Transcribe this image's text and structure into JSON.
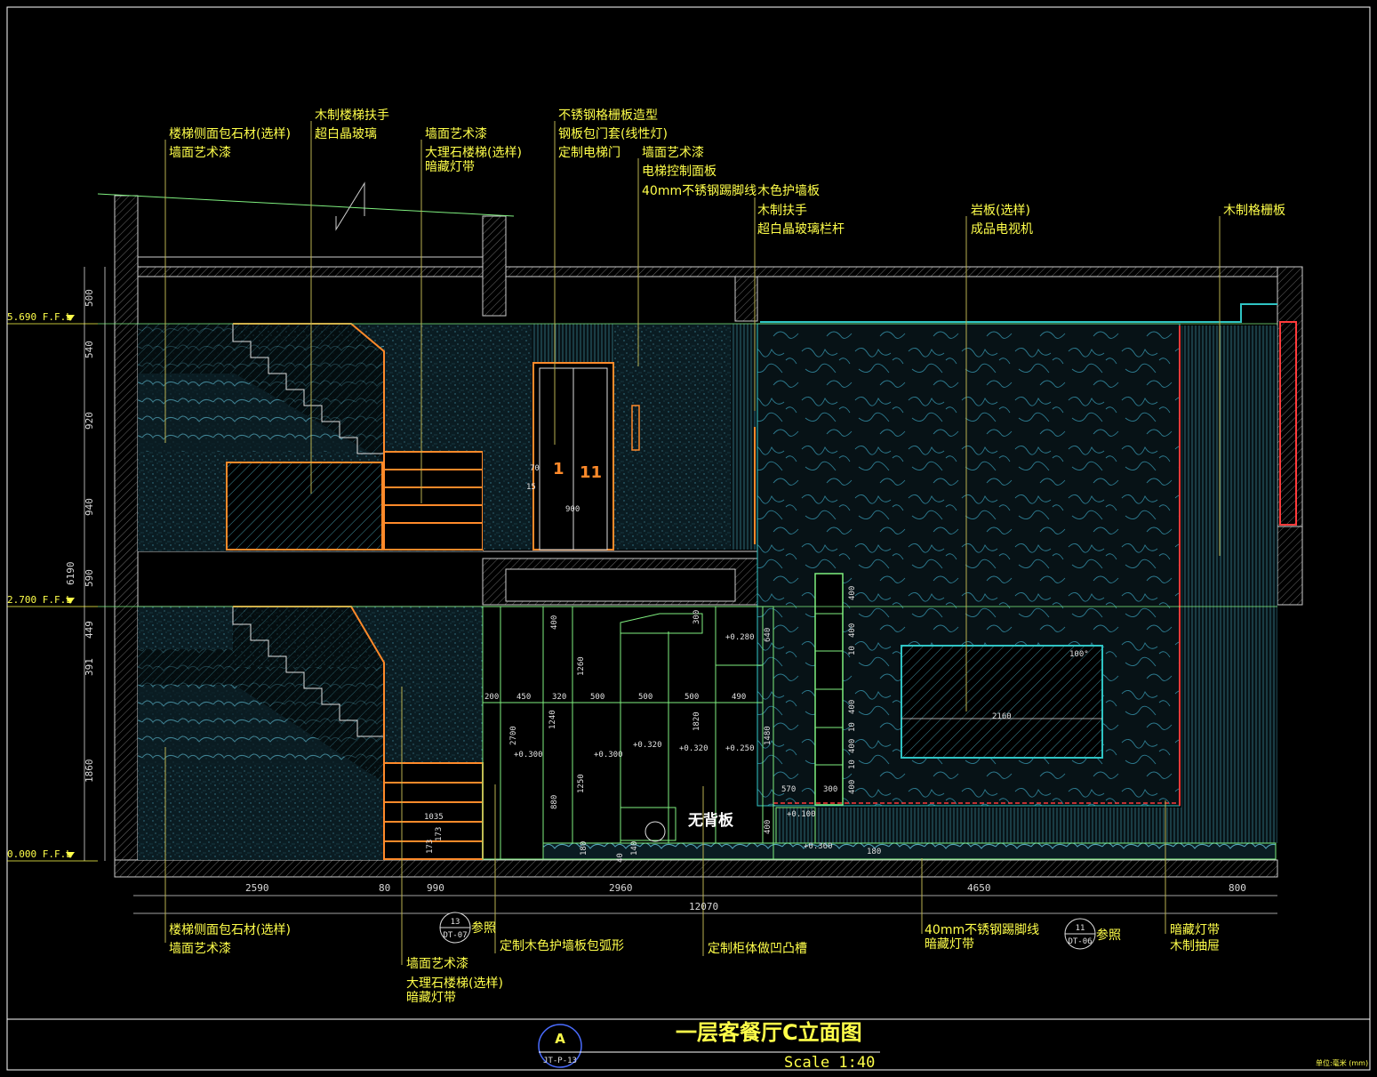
{
  "drawing": {
    "title": "一层客餐厅C立面图",
    "scale": "Scale 1:40",
    "unit_note": "单位:毫米 (mm)",
    "sheet_symbol": {
      "letter": "A",
      "sheet_ref": "JT-P-13"
    },
    "levels": [
      "5.690 F.F.L",
      "2.700 F.F.L",
      "0.000 F.F.L"
    ],
    "top_label_groups": [
      [
        "楼梯侧面包石材(选样)",
        "墙面艺术漆"
      ],
      [
        "木制楼梯扶手",
        "超白晶玻璃"
      ],
      [
        "墙面艺术漆",
        "大理石楼梯(选样)",
        "暗藏灯带"
      ],
      [
        "不锈钢格栅板造型",
        "钢板包门套(线性灯)",
        "定制电梯门"
      ],
      [
        "墙面艺术漆",
        "电梯控制面板",
        "40mm不锈钢踢脚线"
      ],
      [
        "木色护墙板",
        "木制扶手",
        "超白晶玻璃栏杆"
      ],
      [
        "岩板(选样)",
        "成品电视机"
      ],
      [
        "木制格栅板"
      ]
    ],
    "bottom_label_groups": [
      [
        "楼梯侧面包石材(选样)",
        "墙面艺术漆"
      ],
      [
        "墙面艺术漆",
        "大理石楼梯(选样)",
        "暗藏灯带"
      ],
      [
        "定制木色护墙板包弧形"
      ],
      [
        "定制柜体做凹凸槽"
      ],
      [
        "40mm不锈钢踢脚线",
        "暗藏灯带"
      ],
      [
        "暗藏灯带",
        "木制抽屉"
      ]
    ],
    "detail_refs": [
      {
        "num": "13",
        "sheet": "DT-07",
        "note": "参照"
      },
      {
        "num": "11",
        "sheet": "DT-06",
        "note": "参照"
      }
    ],
    "horizontal_dims": [
      "2590",
      "80",
      "990",
      "2960",
      "4650",
      "800"
    ],
    "total_width": "12070",
    "vertical_dims": [
      "500",
      "540",
      "920",
      "940",
      "590",
      "449",
      "391",
      "1860"
    ],
    "total_height": "6190",
    "inner_notes": {
      "no_back_panel": "无背板",
      "tv_width": "2160",
      "door_width": "900",
      "elevator_floor_a": "1",
      "elevator_floor_b": "11",
      "door_dims": [
        "70",
        "15"
      ],
      "tv_angle": "100°",
      "cabinet_widths": [
        "200",
        "450",
        "320",
        "500",
        "500",
        "500",
        "490"
      ],
      "cabinet_heights": [
        "400",
        "1260",
        "300",
        "640",
        "2700",
        "1240",
        "1820",
        "1480",
        "1250",
        "880",
        "400"
      ],
      "shelf_heights": [
        "400",
        "400",
        "10",
        "400",
        "10",
        "400",
        "10",
        "400"
      ],
      "niche_dims": [
        "570",
        "300"
      ],
      "stair_dims": [
        "1035",
        "173",
        "173"
      ],
      "plinth_dims": [
        "180",
        "40",
        "140",
        "180"
      ],
      "elevations": [
        "+0.280",
        "+0.300",
        "+0.300",
        "+0.320",
        "+0.320",
        "+0.250",
        "+0.100",
        "+0.360"
      ]
    }
  }
}
